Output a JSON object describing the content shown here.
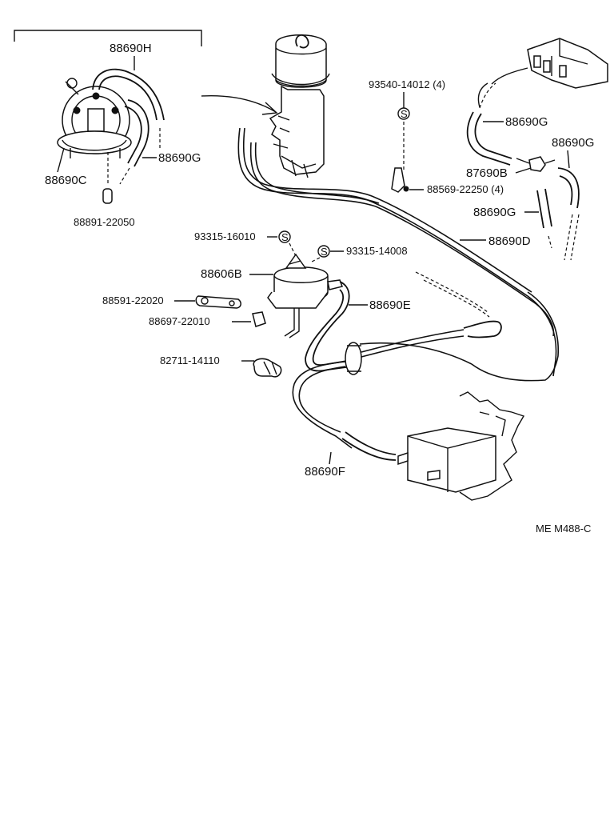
{
  "labels": {
    "p88690H": "88690H",
    "p88690G_a": "88690G",
    "p88690C": "88690C",
    "p88891": "88891-22050",
    "p93540": "93540-14012 (4)",
    "p88569": "88569-22250 (4)",
    "p88690G_b": "88690G",
    "p88690G_c": "88690G",
    "p87690B": "87690B",
    "p88690G_d": "88690G",
    "p93315_16010": "93315-16010",
    "p93315_14008": "93315-14008",
    "p88690D": "88690D",
    "p88606B": "88606B",
    "p88591": "88591-22020",
    "p88697": "88697-22010",
    "p88690E": "88690E",
    "p82711": "82711-14110",
    "p88690F": "88690F",
    "s_symbol": "S",
    "code": "ME M488-C"
  }
}
